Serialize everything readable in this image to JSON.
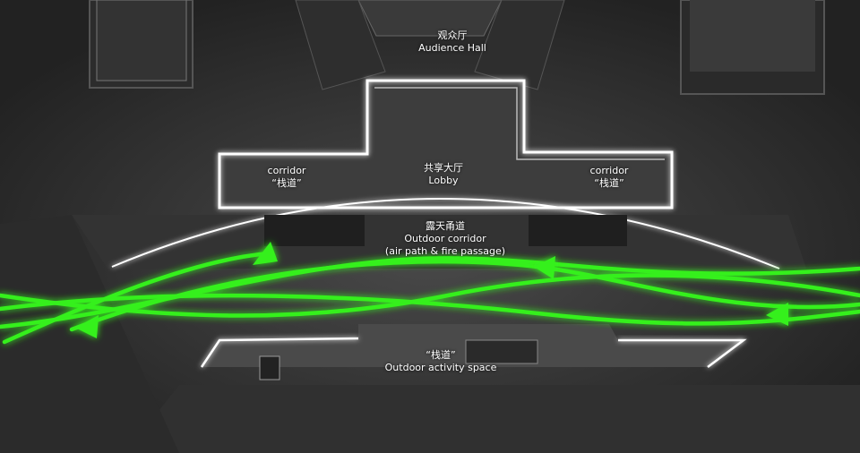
{
  "labels": {
    "audience": {
      "cn": "观众厅",
      "en": "Audience Hall"
    },
    "lobby": {
      "cn": "共享大厅",
      "en": "Lobby"
    },
    "corridor_left": {
      "en": "corridor",
      "cn": "“栈道”"
    },
    "corridor_right": {
      "en": "corridor",
      "cn": "“栈道”"
    },
    "outdoor_corridor": {
      "cn": "露天甬道",
      "en": "Outdoor corridor",
      "note": "(air path & fire passage)"
    },
    "outdoor_activity": {
      "cn": "“栈道”",
      "en": "Outdoor activity space"
    }
  },
  "colors": {
    "flow_arrow": "#35f01f",
    "wall_glow": "#ffffff",
    "floor": "#3a3a3a"
  }
}
